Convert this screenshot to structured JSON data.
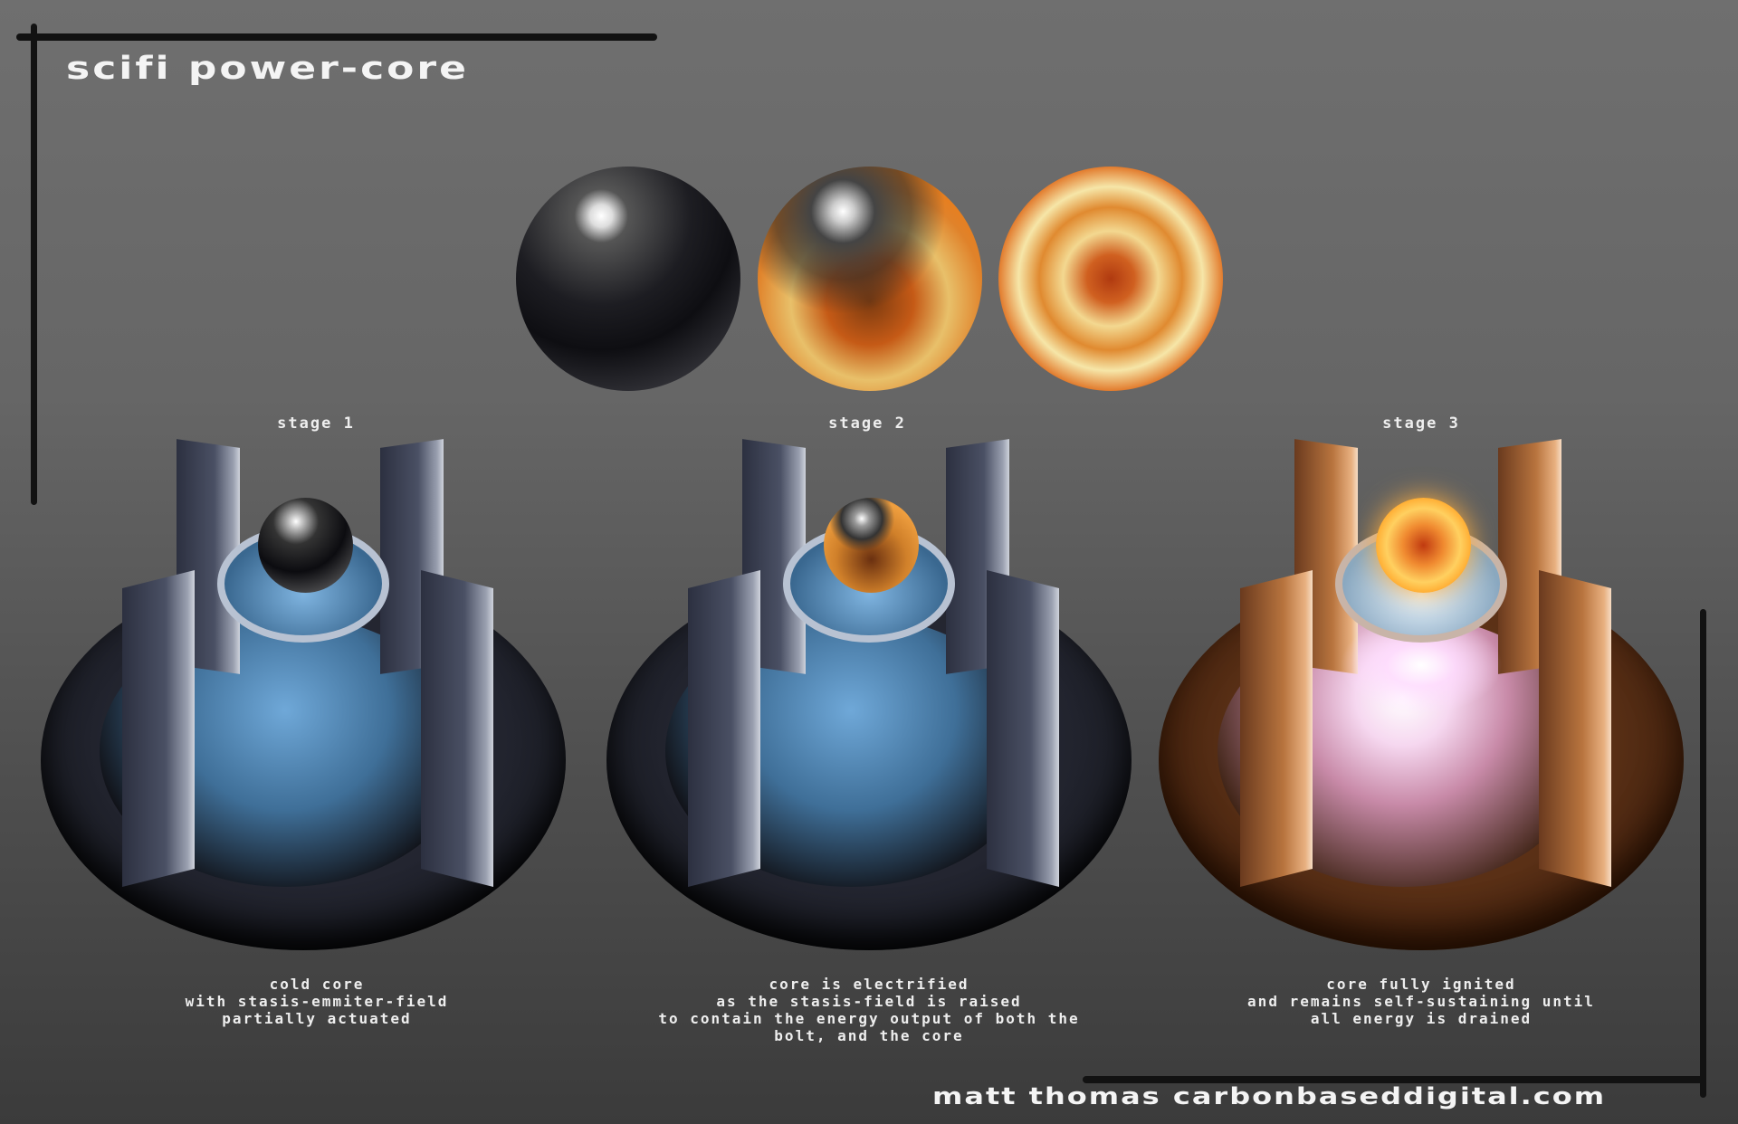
{
  "title": "scifi power-core",
  "colors": {
    "background_top": "#6f6f6f",
    "background_bottom": "#3b3b3b",
    "frame_lines": "#121212",
    "text": "#f2f2f2",
    "cold_accent": "#4f8cc0",
    "hot_accent": "#f08a20"
  },
  "spheres": [
    {
      "name": "cold-sphere",
      "state": "black glossy"
    },
    {
      "name": "electrified-sphere",
      "state": "partially molten"
    },
    {
      "name": "ignited-sphere",
      "state": "fully molten"
    }
  ],
  "stages": [
    {
      "label": "stage 1",
      "caption": [
        "cold core",
        "with stasis-emmiter-field",
        "partially actuated"
      ]
    },
    {
      "label": "stage 2",
      "caption": [
        "core is electrified",
        "as the stasis-field is raised",
        "to contain the energy output of both the",
        "bolt, and the core"
      ]
    },
    {
      "label": "stage 3",
      "caption": [
        "core fully ignited",
        "and remains self-sustaining until",
        "all energy is drained"
      ]
    }
  ],
  "footer": {
    "credit": "matt thomas carbonbaseddigital.com"
  }
}
